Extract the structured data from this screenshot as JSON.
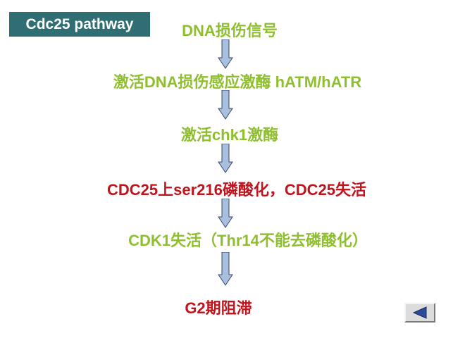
{
  "title": "Cdc25 pathway",
  "steps": [
    {
      "text": "DNA损伤信号",
      "color": "#8fbf2f"
    },
    {
      "text": "激活DNA损伤感应激酶 hATM/hATR",
      "color": "#8fbf2f"
    },
    {
      "text": "激活chk1激酶",
      "color": "#8fbf2f"
    },
    {
      "text": "CDC25上ser216磷酸化，CDC25失活",
      "color": "#c0141e"
    },
    {
      "text": "CDK1失活（Thr14不能去磷酸化）",
      "color": "#8fbf2f"
    },
    {
      "text": "G2期阻滞",
      "color": "#c0141e"
    }
  ],
  "arrow_color": "#a9bfe0",
  "back_button_icon": "triangle-left-icon"
}
